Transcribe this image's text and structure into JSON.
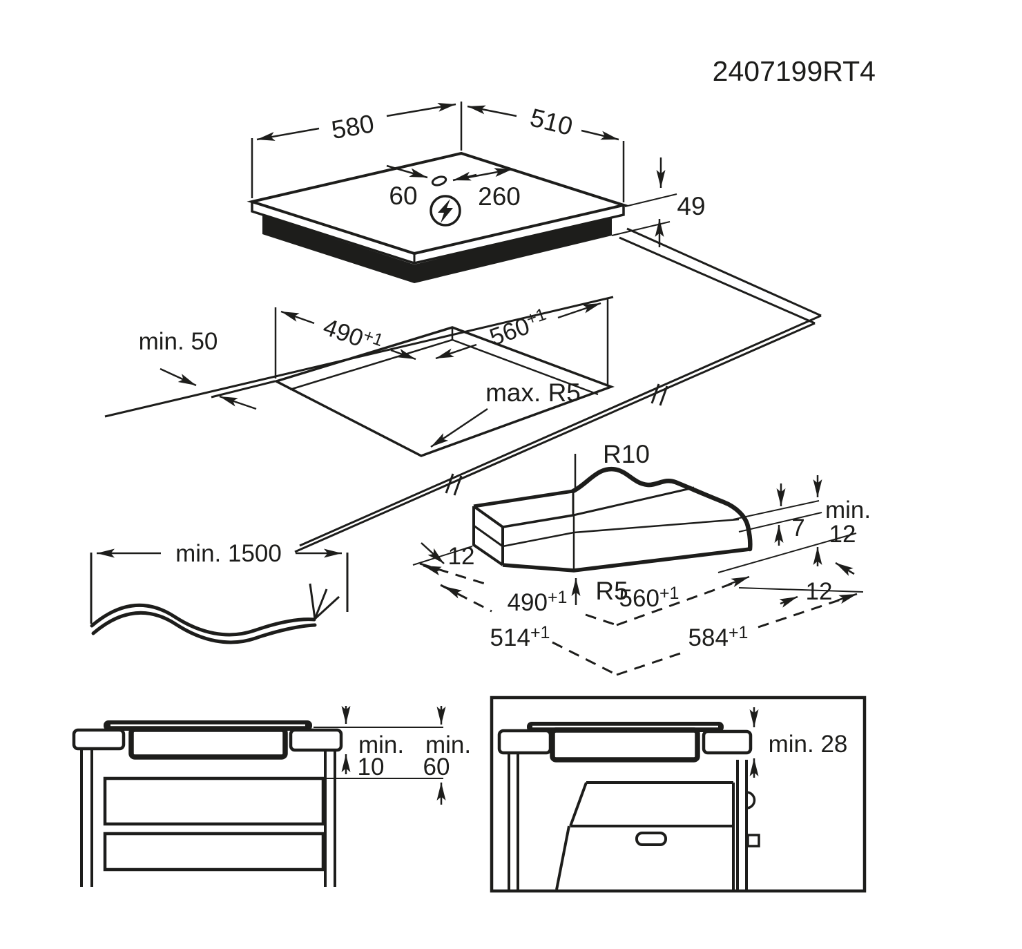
{
  "part_number": "2407199RT4",
  "hob": {
    "width_mm": "580",
    "depth_mm": "510",
    "conn_offset_left": "60",
    "conn_offset_right": "260",
    "height_mm": "49"
  },
  "cutout": {
    "wall_gap": "min. 50",
    "depth": "490",
    "depth_tol": "+1",
    "width": "560",
    "width_tol": "+1",
    "corner_radius": "max. R5"
  },
  "profile": {
    "radius_top": "R10",
    "radius_bottom": "R5",
    "offset_left": "12",
    "lip_height": "7",
    "min_label": "min.",
    "min_value": "12",
    "offset_right": "12",
    "inner_depth": "490",
    "inner_depth_tol": "+1",
    "inner_width": "560",
    "inner_width_tol": "+1",
    "outer_depth": "514",
    "outer_depth_tol": "+1",
    "outer_width": "584",
    "outer_width_tol": "+1"
  },
  "cable": {
    "length": "min. 1500"
  },
  "cabinet": {
    "gap1_label": "min.",
    "gap1_value": "10",
    "gap2_label": "min.",
    "gap2_value": "60"
  },
  "oven": {
    "clearance": "min. 28"
  }
}
